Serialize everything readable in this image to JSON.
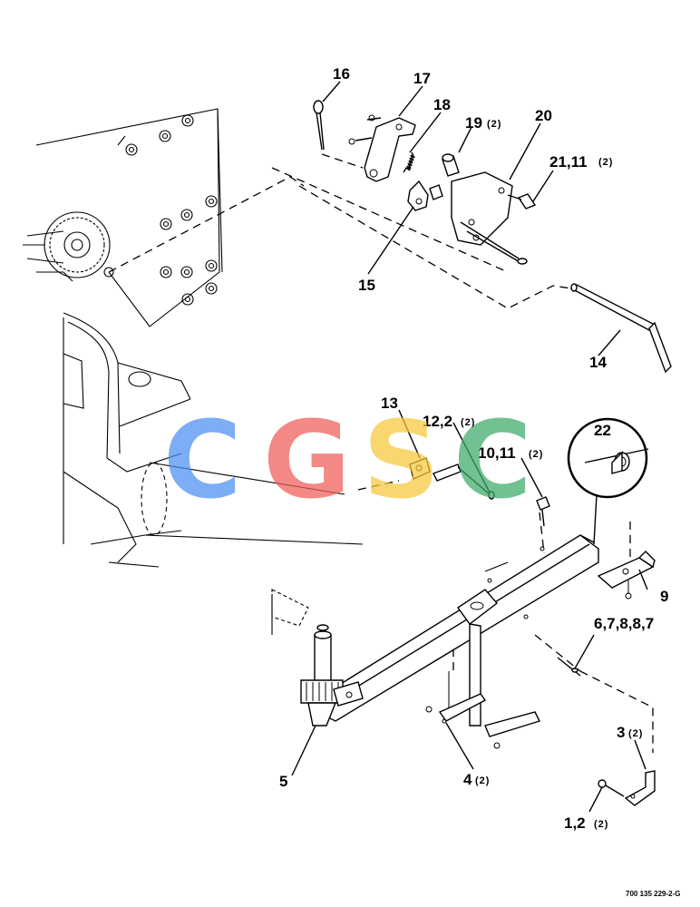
{
  "diagram": {
    "callouts": [
      {
        "num": "16",
        "qty": ""
      },
      {
        "num": "17",
        "qty": ""
      },
      {
        "num": "18",
        "qty": ""
      },
      {
        "num": "19",
        "qty": "(2)"
      },
      {
        "num": "20",
        "qty": ""
      },
      {
        "num": "21,11",
        "qty": "(2)"
      },
      {
        "num": "15",
        "qty": ""
      },
      {
        "num": "14",
        "qty": ""
      },
      {
        "num": "13",
        "qty": ""
      },
      {
        "num": "12,2",
        "qty": "(2)"
      },
      {
        "num": "10,11",
        "qty": "(2)"
      },
      {
        "num": "22",
        "qty": ""
      },
      {
        "num": "9",
        "qty": ""
      },
      {
        "num": "6,7,8,8,7",
        "qty": ""
      },
      {
        "num": "3",
        "qty": "(2)"
      },
      {
        "num": "5",
        "qty": ""
      },
      {
        "num": "4",
        "qty": "(2)"
      },
      {
        "num": "1,2",
        "qty": "(2)"
      }
    ],
    "figure_number": "700 135 229-2-G"
  },
  "watermark": {
    "letters": [
      "C",
      "G",
      "S",
      "C"
    ],
    "colors": [
      "#4a8ef2",
      "#ef5b55",
      "#f7c93a",
      "#3daa6a"
    ]
  }
}
